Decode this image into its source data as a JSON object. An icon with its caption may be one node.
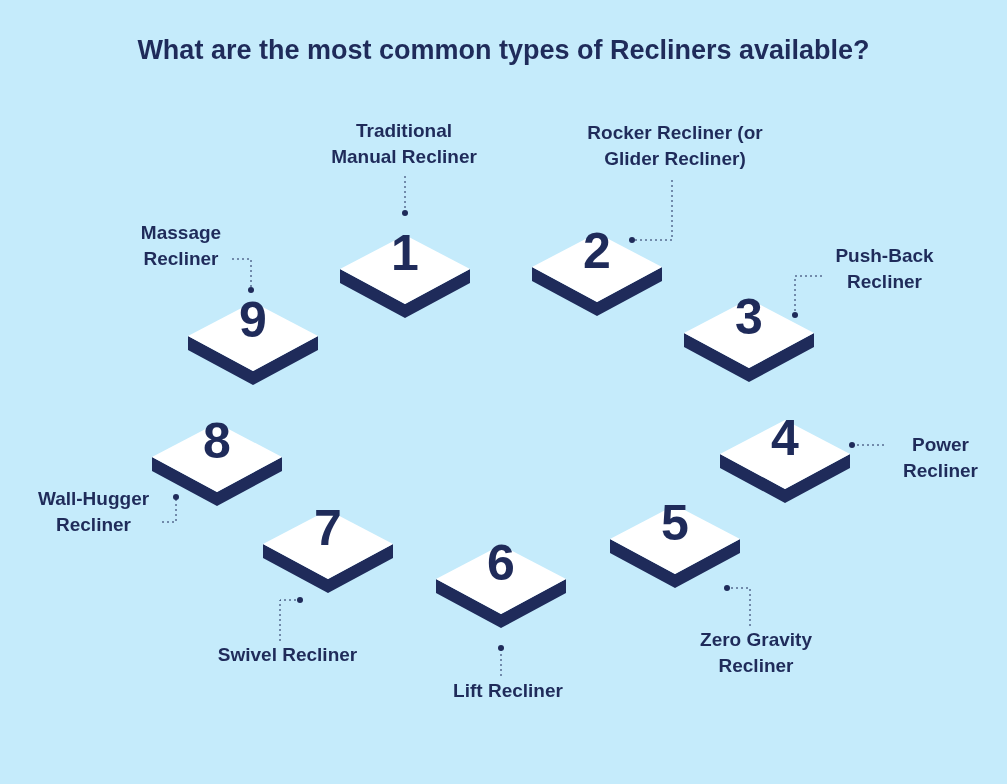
{
  "diagram": {
    "title": "What are the most common types of Recliners available?",
    "nodes": [
      {
        "text": [
          "1"
        ]
      },
      {
        "text": [
          "2"
        ]
      },
      {
        "text": [
          "3"
        ]
      },
      {
        "text": [
          "4"
        ]
      },
      {
        "text": [
          "5"
        ]
      },
      {
        "text": [
          "6"
        ]
      },
      {
        "text": [
          "7"
        ]
      },
      {
        "text": [
          "8"
        ]
      },
      {
        "text": [
          "9"
        ]
      },
      {
        "text": [
          "Traditional Manual Recliner"
        ]
      },
      {
        "text": [
          "Rocker Recliner (or Glider Recliner)"
        ]
      },
      {
        "text": [
          "Push-Back Recliner"
        ]
      },
      {
        "text": [
          "Power Recliner"
        ]
      },
      {
        "text": [
          "Zero Gravity Recliner"
        ]
      },
      {
        "text": [
          "Lift Recliner"
        ]
      },
      {
        "text": [
          "Swivel Recliner"
        ]
      },
      {
        "text": [
          "Wall-Hugger Recliner"
        ]
      },
      {
        "text": [
          "Massage Recliner"
        ]
      }
    ],
    "edges": [
      {
        "from": 9,
        "to": 0,
        "arrow": "other",
        "style": "dashed"
      },
      {
        "from": 10,
        "to": 1,
        "arrow": "other",
        "style": "dashed"
      },
      {
        "from": 11,
        "to": 2,
        "arrow": "other",
        "style": "dashed"
      },
      {
        "from": 12,
        "to": 3,
        "arrow": "other",
        "style": "dashed"
      },
      {
        "from": 13,
        "to": 4,
        "arrow": "other",
        "style": "dashed"
      },
      {
        "from": 14,
        "to": 5,
        "arrow": "other",
        "style": "dashed"
      },
      {
        "from": 15,
        "to": 6,
        "arrow": "other",
        "style": "dashed"
      },
      {
        "from": 16,
        "to": 7,
        "arrow": "other",
        "style": "dashed"
      },
      {
        "from": 17,
        "to": 8,
        "arrow": "other",
        "style": "dashed"
      }
    ]
  }
}
